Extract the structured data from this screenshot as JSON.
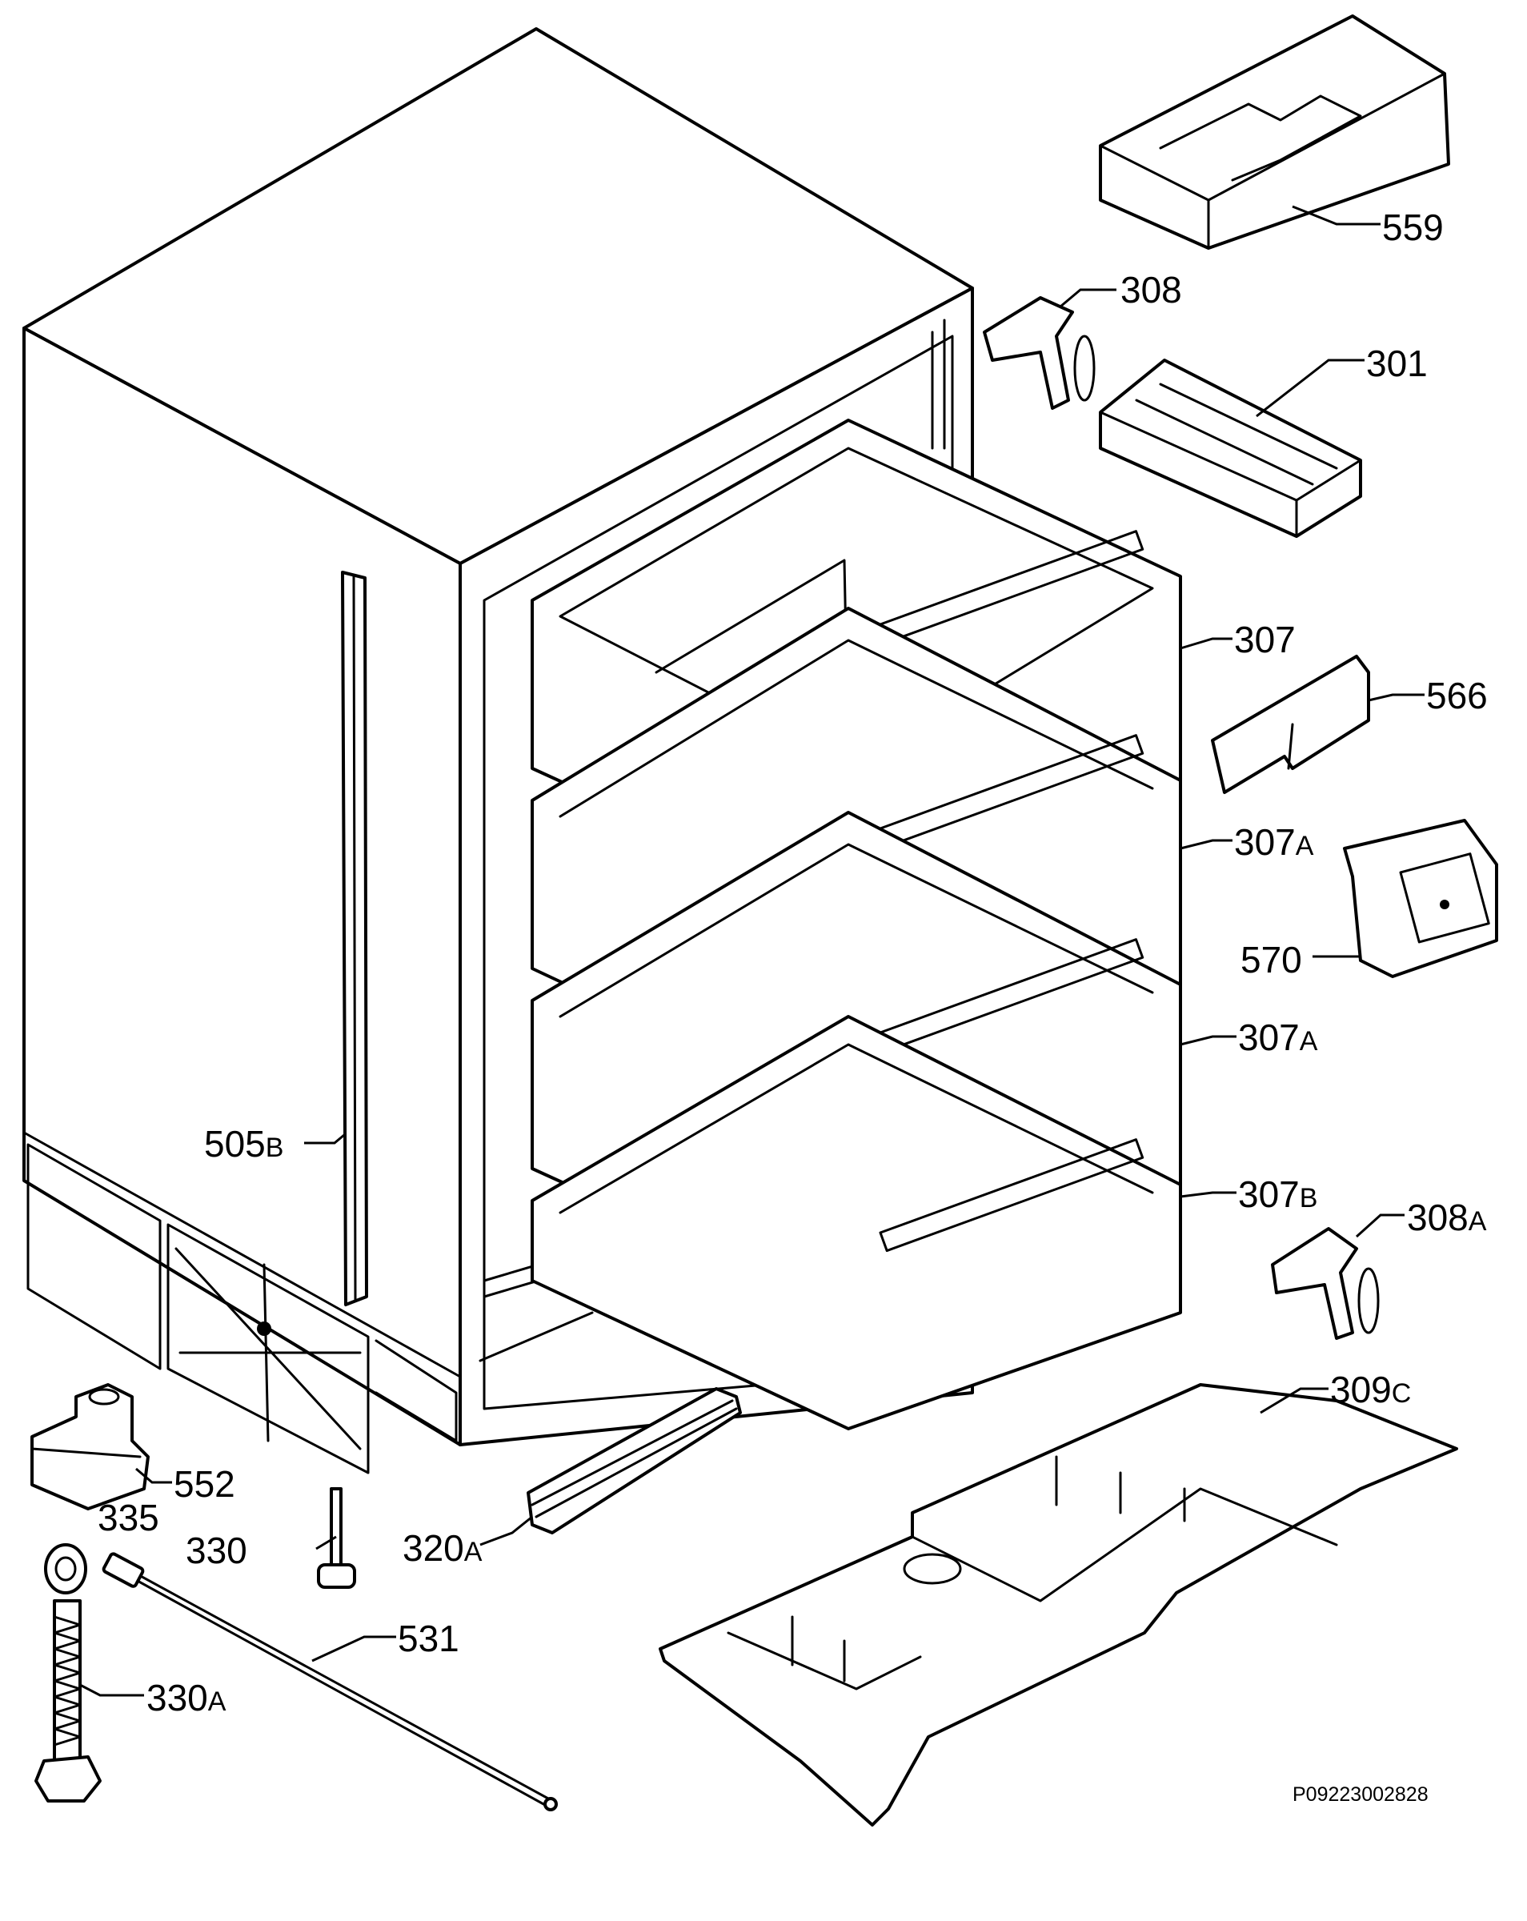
{
  "drawing_code": "P09223002828",
  "parts": {
    "p559": {
      "num": "559",
      "sfx": ""
    },
    "p308": {
      "num": "308",
      "sfx": ""
    },
    "p301": {
      "num": "301",
      "sfx": ""
    },
    "p307": {
      "num": "307",
      "sfx": ""
    },
    "p566": {
      "num": "566",
      "sfx": ""
    },
    "p307a1": {
      "num": "307",
      "sfx": "A"
    },
    "p570": {
      "num": "570",
      "sfx": ""
    },
    "p307a2": {
      "num": "307",
      "sfx": "A"
    },
    "p505b": {
      "num": "505",
      "sfx": "B"
    },
    "p307b": {
      "num": "307",
      "sfx": "B"
    },
    "p308a": {
      "num": "308",
      "sfx": "A"
    },
    "p309c": {
      "num": "309",
      "sfx": "C"
    },
    "p552": {
      "num": "552",
      "sfx": ""
    },
    "p335": {
      "num": "335",
      "sfx": ""
    },
    "p330": {
      "num": "330",
      "sfx": ""
    },
    "p320a": {
      "num": "320",
      "sfx": "A"
    },
    "p531": {
      "num": "531",
      "sfx": ""
    },
    "p330a": {
      "num": "330",
      "sfx": "A"
    }
  }
}
